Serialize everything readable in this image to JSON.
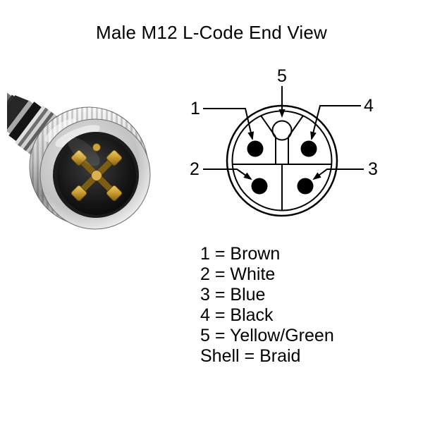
{
  "title": "Male M12 L-Code End View",
  "diagram": {
    "pins": [
      {
        "number": "1",
        "wire": "Brown"
      },
      {
        "number": "2",
        "wire": "White"
      },
      {
        "number": "3",
        "wire": "Blue"
      },
      {
        "number": "4",
        "wire": "Black"
      },
      {
        "number": "5",
        "wire": "Yellow/Green"
      }
    ]
  },
  "legend": {
    "items": [
      {
        "text": "1 = Brown"
      },
      {
        "text": "2 = White"
      },
      {
        "text": "3 = Blue"
      },
      {
        "text": "4 = Black"
      },
      {
        "text": "5 = Yellow/Green"
      },
      {
        "text": "Shell = Braid"
      }
    ]
  },
  "colors": {
    "background": "#ffffff",
    "line": "#000000",
    "pin_dot": "#000000"
  }
}
